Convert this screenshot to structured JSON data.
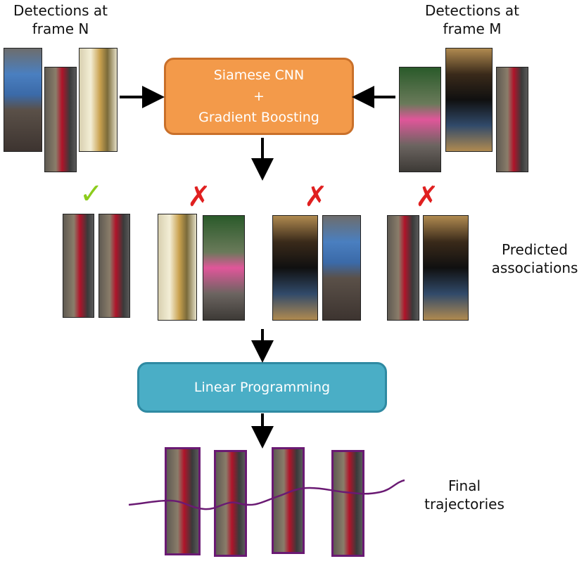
{
  "labels": {
    "frame_n": "Detections at\nframe N",
    "frame_m": "Detections at\nframe M",
    "predicted": "Predicted\nassociations",
    "final": "Final\ntrajectories"
  },
  "boxes": {
    "siamese": "Siamese CNN\n+\nGradient Boosting",
    "lp": "Linear Programming"
  },
  "marks": {
    "check": "✓",
    "cross": "✗"
  },
  "icons": {
    "check": "checkmark-icon",
    "cross": "cross-icon"
  },
  "colors": {
    "siamese_fill": "#f39a4a",
    "lp_fill": "#4aaec6",
    "check": "#8ccc1c",
    "cross": "#e02020",
    "trajectory": "#6a1a73"
  },
  "associations": [
    {
      "result": "match"
    },
    {
      "result": "no-match"
    },
    {
      "result": "no-match"
    },
    {
      "result": "no-match"
    }
  ]
}
